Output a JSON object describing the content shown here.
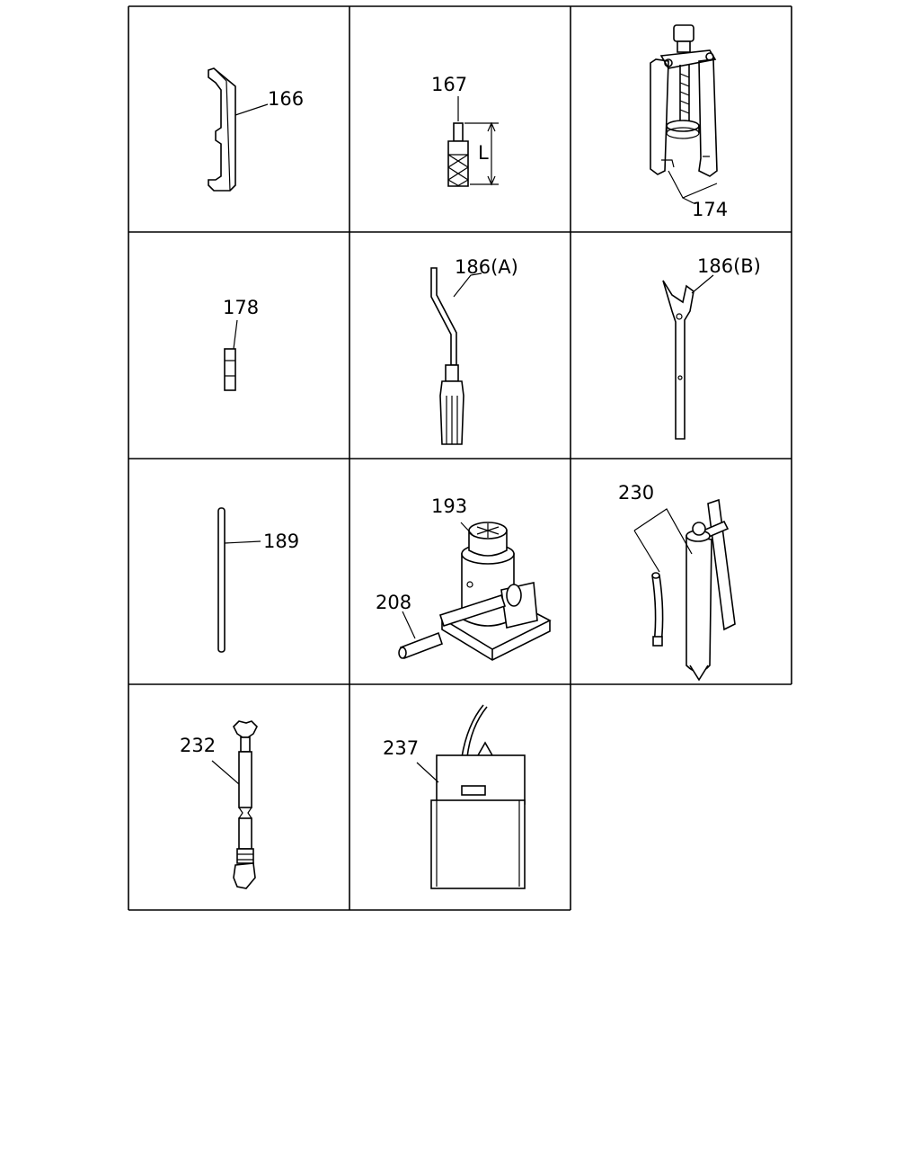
{
  "diagram": {
    "cells": [
      {
        "id": "166",
        "labels": [
          "166"
        ]
      },
      {
        "id": "167",
        "labels": [
          "167",
          "L"
        ]
      },
      {
        "id": "174",
        "labels": [
          "174"
        ]
      },
      {
        "id": "178",
        "labels": [
          "178"
        ]
      },
      {
        "id": "186a",
        "labels": [
          "186(A)"
        ]
      },
      {
        "id": "186b",
        "labels": [
          "186(B)"
        ]
      },
      {
        "id": "189",
        "labels": [
          "189"
        ]
      },
      {
        "id": "193",
        "labels": [
          "193",
          "208"
        ]
      },
      {
        "id": "230",
        "labels": [
          "230"
        ]
      },
      {
        "id": "232",
        "labels": [
          "232"
        ]
      },
      {
        "id": "237",
        "labels": [
          "237"
        ]
      }
    ]
  }
}
